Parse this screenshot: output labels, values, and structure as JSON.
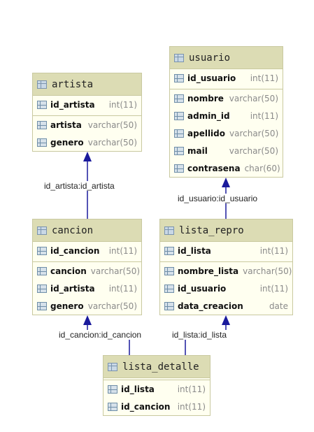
{
  "tables": {
    "artista": {
      "name": "artista",
      "pk": [
        {
          "name": "id_artista",
          "type": "int(11)"
        }
      ],
      "cols": [
        {
          "name": "artista",
          "type": "varchar(50)"
        },
        {
          "name": "genero",
          "type": "varchar(50)"
        }
      ]
    },
    "usuario": {
      "name": "usuario",
      "pk": [
        {
          "name": "id_usuario",
          "type": "int(11)"
        }
      ],
      "cols": [
        {
          "name": "nombre",
          "type": "varchar(50)"
        },
        {
          "name": "admin_id",
          "type": "int(11)"
        },
        {
          "name": "apellido",
          "type": "varchar(50)"
        },
        {
          "name": "mail",
          "type": "varchar(50)"
        },
        {
          "name": "contrasena",
          "type": "char(60)"
        }
      ]
    },
    "cancion": {
      "name": "cancion",
      "pk": [
        {
          "name": "id_cancion",
          "type": "int(11)"
        }
      ],
      "cols": [
        {
          "name": "cancion",
          "type": "varchar(50)"
        },
        {
          "name": "id_artista",
          "type": "int(11)"
        },
        {
          "name": "genero",
          "type": "varchar(50)"
        }
      ]
    },
    "lista_repro": {
      "name": "lista_repro",
      "pk": [
        {
          "name": "id_lista",
          "type": "int(11)"
        }
      ],
      "cols": [
        {
          "name": "nombre_lista",
          "type": "varchar(50)"
        },
        {
          "name": "id_usuario",
          "type": "int(11)"
        },
        {
          "name": "data_creacion",
          "type": "date"
        }
      ]
    },
    "lista_detalle": {
      "name": "lista_detalle",
      "pk": [],
      "cols": [
        {
          "name": "id_lista",
          "type": "int(11)"
        },
        {
          "name": "id_cancion",
          "type": "int(11)"
        }
      ]
    }
  },
  "relations": {
    "artista_cancion": "id_artista:id_artista",
    "usuario_lista": "id_usuario:id_usuario",
    "cancion_detalle": "id_cancion:id_cancion",
    "lista_detalle": "id_lista:id_lista"
  },
  "colors": {
    "header_bg": "#dcdcb4",
    "body_bg": "#fffff0",
    "line": "#1a1a9c"
  }
}
